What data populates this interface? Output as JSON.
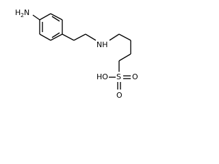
{
  "molecule": {
    "atoms": {
      "amine": {
        "element": "H2N",
        "text": "H",
        "sub": "2",
        "tail": "N",
        "color": "#000000"
      },
      "secondary_amine": {
        "element": "NH",
        "text": "NH",
        "color": "#000000"
      },
      "sulfur": {
        "element": "S",
        "text": "S",
        "color": "#000000"
      },
      "hydroxyl": {
        "element": "HO",
        "text": "HO",
        "color": "#000000"
      },
      "oxo_top": {
        "element": "O",
        "text": "O",
        "color": "#000000"
      },
      "oxo_bottom": {
        "element": "O",
        "text": "O",
        "color": "#000000"
      }
    }
  }
}
